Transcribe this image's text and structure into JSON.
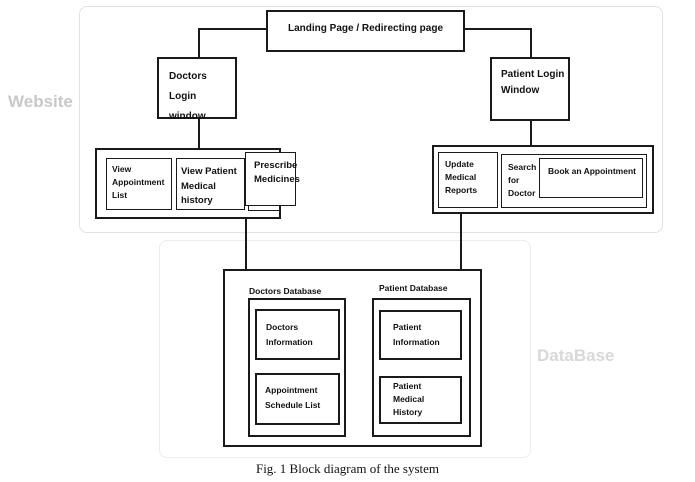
{
  "regions": {
    "website": "Website",
    "database": "DataBase"
  },
  "nodes": {
    "landing": "Landing Page / Redirecting page",
    "doctors_login": "Doctors Login\nwindow",
    "patient_login": "Patient Login\nWindow",
    "view_appointment": "View\nAppointment\nList",
    "view_patient_history": "View Patient\nMedical history",
    "prescribe": "Prescribe\nMedicines",
    "update_reports": "Update\nMedical\nReports",
    "search_doctor": "Search\nfor\nDoctor",
    "book_appointment": "Book an Appointment",
    "doctors_db": "Doctors Database",
    "patient_db": "Patient Database",
    "doctors_info": "Doctors\nInformation",
    "appointment_schedule": "Appointment\nSchedule List",
    "patient_info": "Patient\nInformation",
    "patient_history": "Patient\nMedical\nHistory"
  },
  "caption": "Fig. 1 Block diagram of the system"
}
